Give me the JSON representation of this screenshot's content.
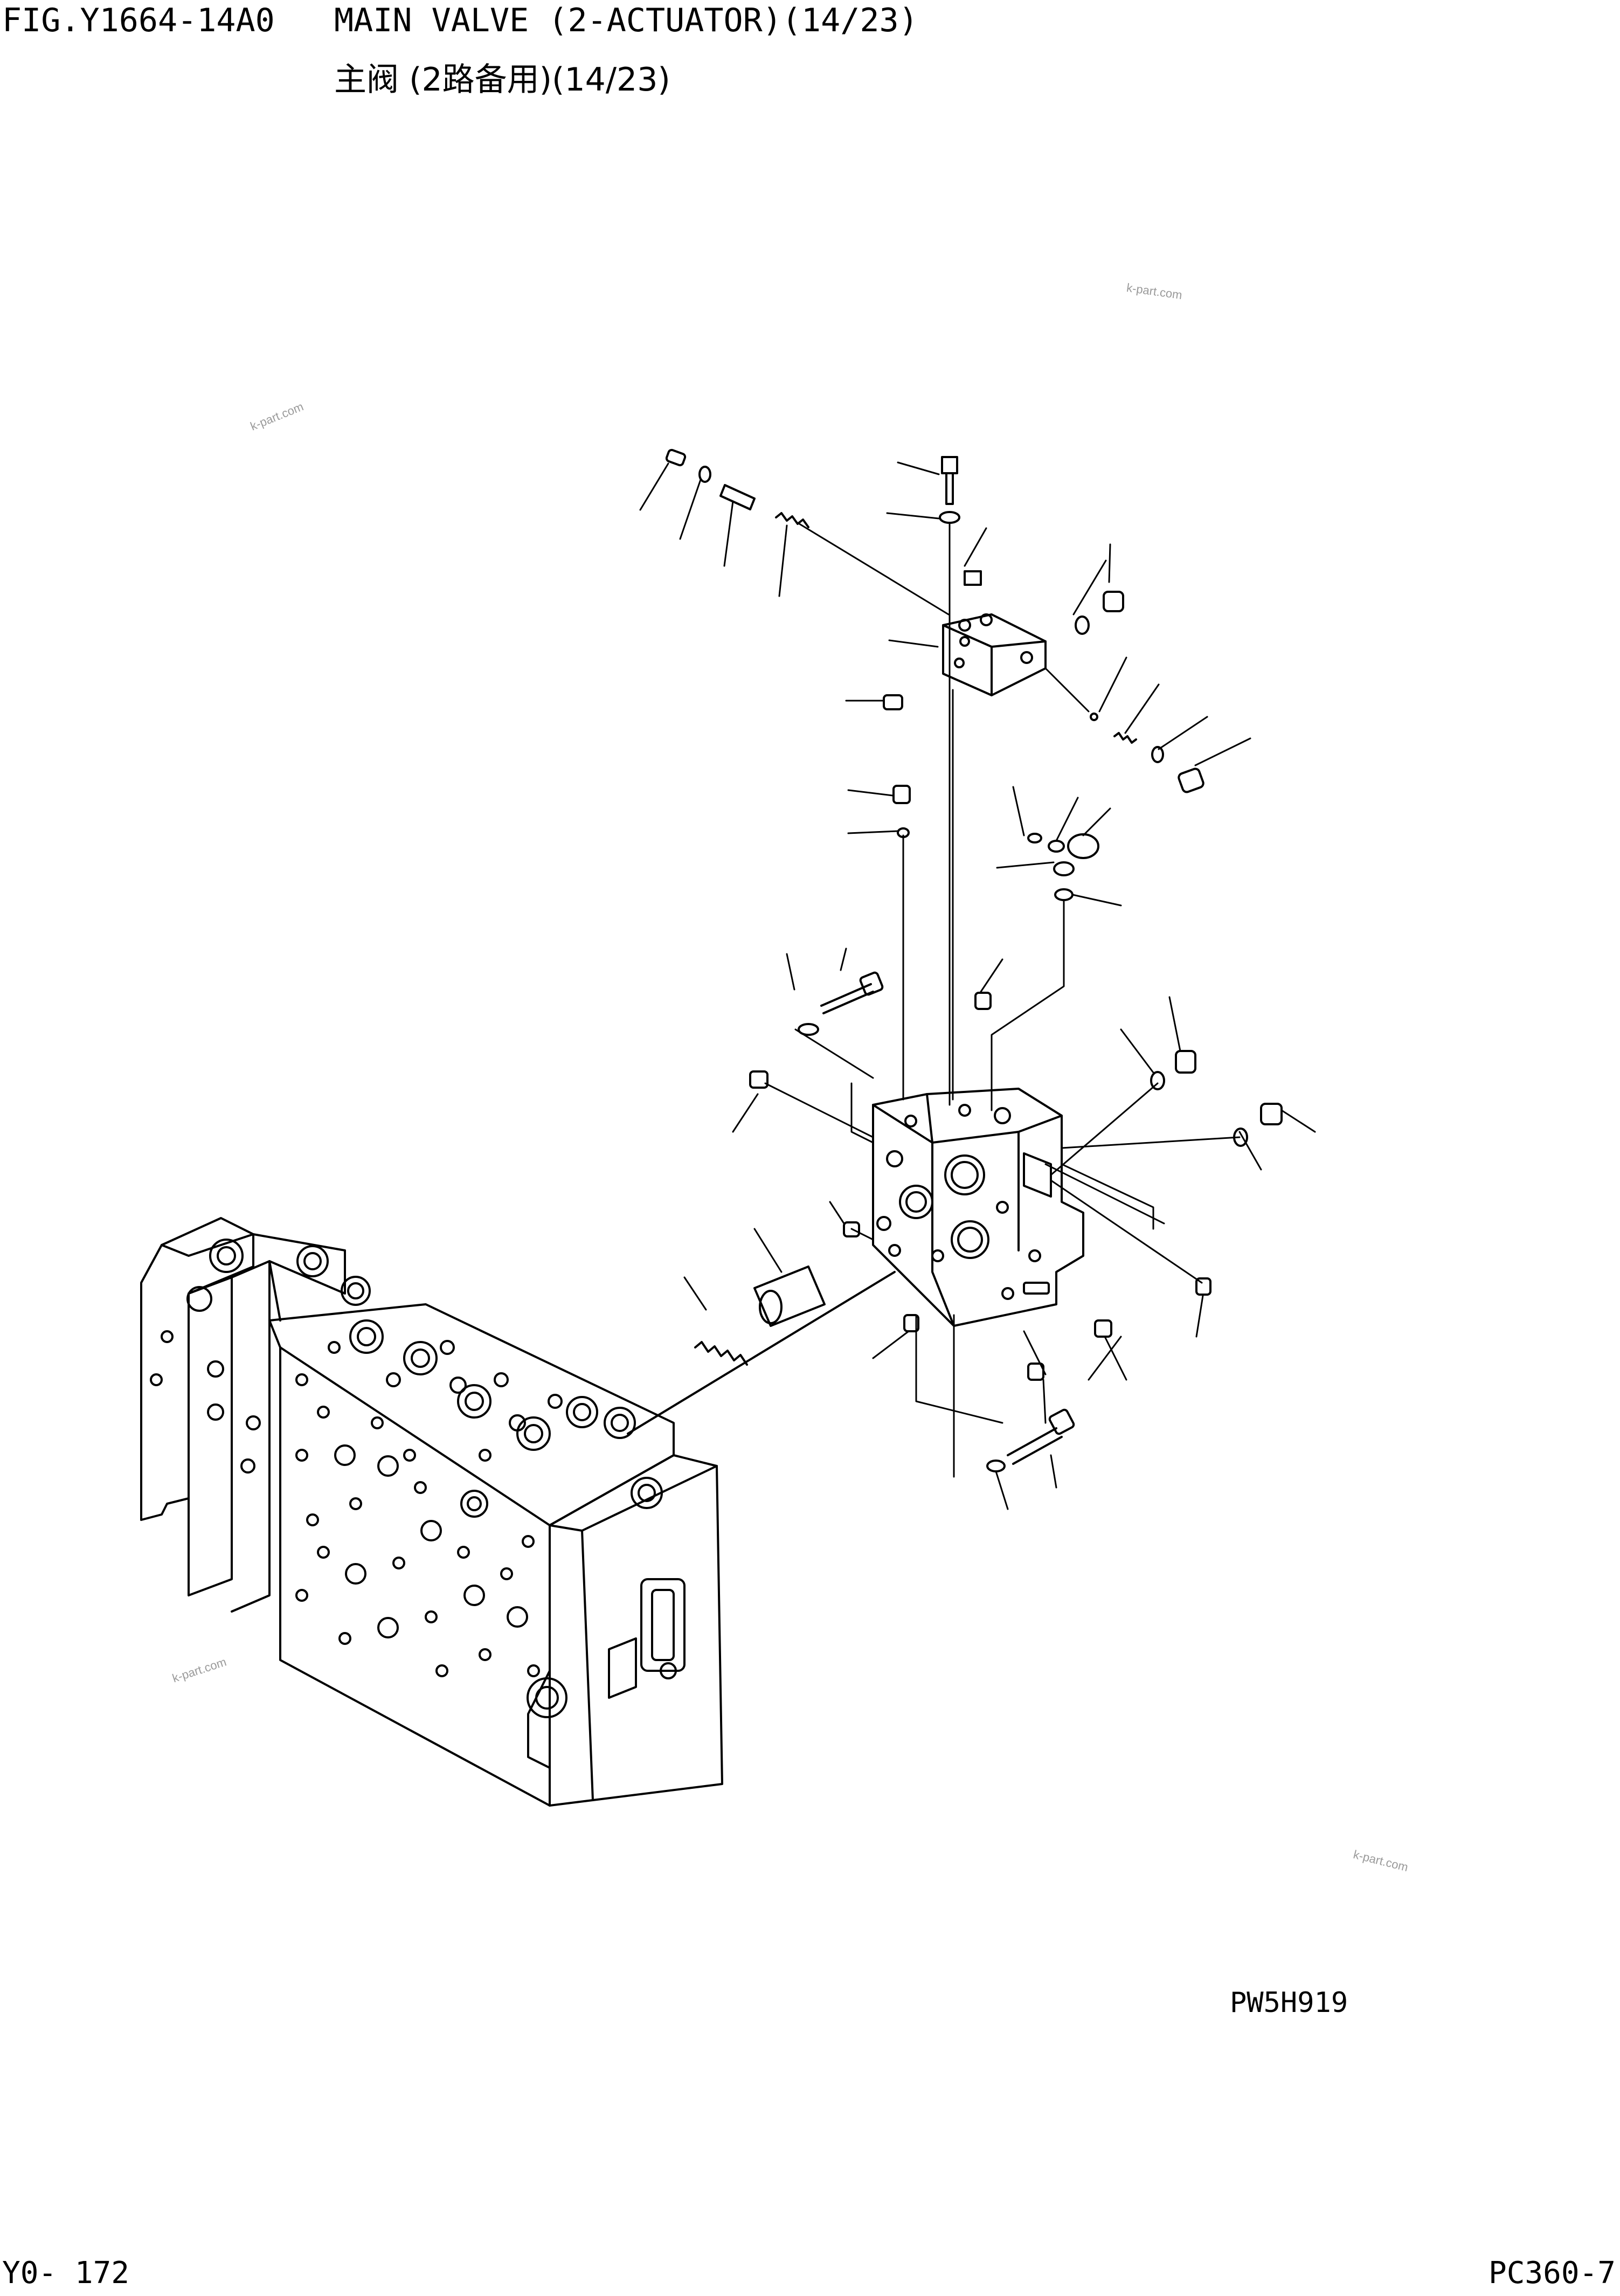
{
  "header": {
    "figure_no": "FIG.Y1664-14A0",
    "title_en": "MAIN VALVE (2-ACTUATOR)(14/23)",
    "title_cn": "主阀 (2路备用)(14/23)"
  },
  "drawing_code": "PW5H919",
  "footer": {
    "page_no": "Y0- 172",
    "model": "PC360-7"
  },
  "watermark": "k-part.com",
  "colors": {
    "line": "#000000",
    "watermark": "#9a9a9a"
  }
}
